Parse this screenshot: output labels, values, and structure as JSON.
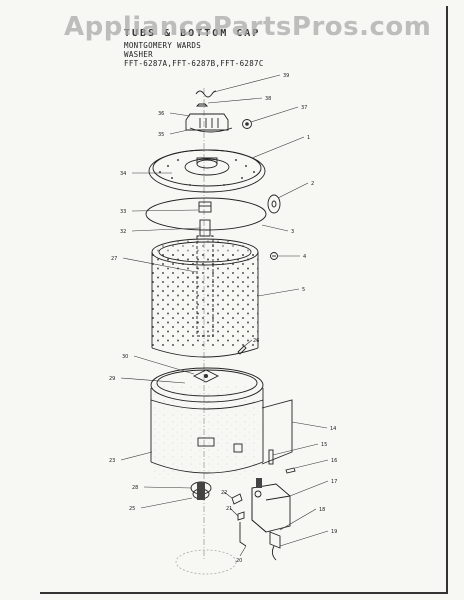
{
  "watermark": "AppliancePartsPros.com",
  "header": {
    "title": "TUBS & BOTTOM CAP",
    "line1": "MONTGOMERY WARDS",
    "line2": "WASHER",
    "line3": "FFT-6287A,FFT-6287B,FFT-6287C"
  },
  "callouts": [
    "39",
    "38",
    "37",
    "36",
    "35",
    "1",
    "34",
    "2",
    "33",
    "32",
    "3",
    "27",
    "4",
    "5",
    "26",
    "30",
    "29",
    "14",
    "15",
    "23",
    "16",
    "17",
    "22",
    "28",
    "21",
    "25",
    "18",
    "19",
    "20"
  ]
}
